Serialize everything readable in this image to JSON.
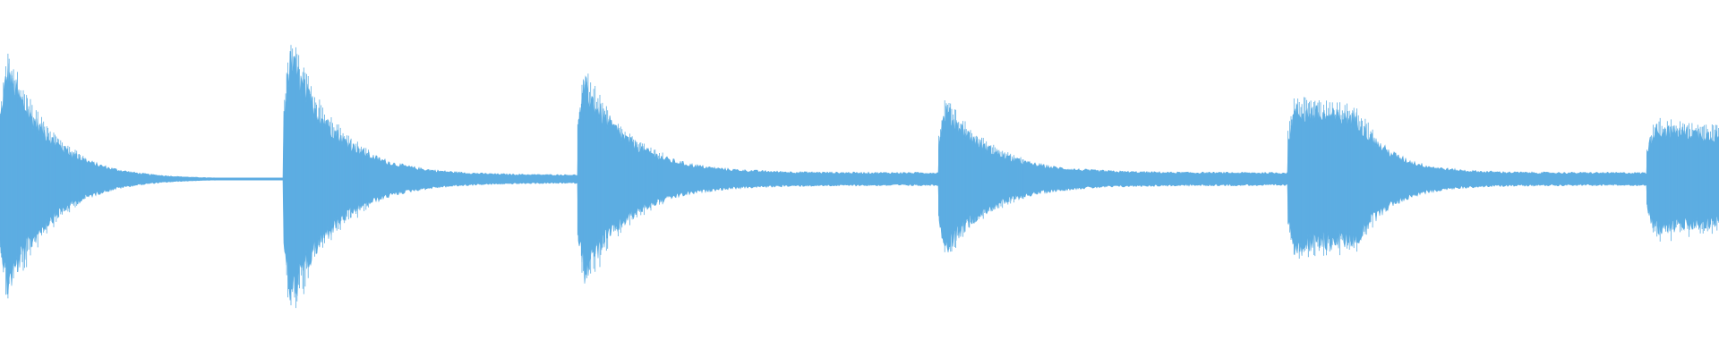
{
  "waveform": {
    "color": "#5dade2",
    "background": "#ffffff",
    "note_events": [
      {
        "start_fraction": 0.0,
        "peak_amplitude": 0.72,
        "sustain_amplitude": 0.0,
        "decay_shape": "exponential"
      },
      {
        "start_fraction": 0.165,
        "peak_amplitude": 0.8,
        "sustain_amplitude": 0.025,
        "decay_shape": "exponential"
      },
      {
        "start_fraction": 0.336,
        "peak_amplitude": 0.62,
        "sustain_amplitude": 0.04,
        "decay_shape": "exponential"
      },
      {
        "start_fraction": 0.546,
        "peak_amplitude": 0.46,
        "sustain_amplitude": 0.04,
        "decay_shape": "exponential"
      },
      {
        "start_fraction": 0.749,
        "peak_amplitude": 0.45,
        "sustain_amplitude": 0.04,
        "decay_shape": "plateau"
      },
      {
        "start_fraction": 0.958,
        "peak_amplitude": 0.33,
        "sustain_amplitude": 0.03,
        "decay_shape": "plateau"
      }
    ]
  }
}
